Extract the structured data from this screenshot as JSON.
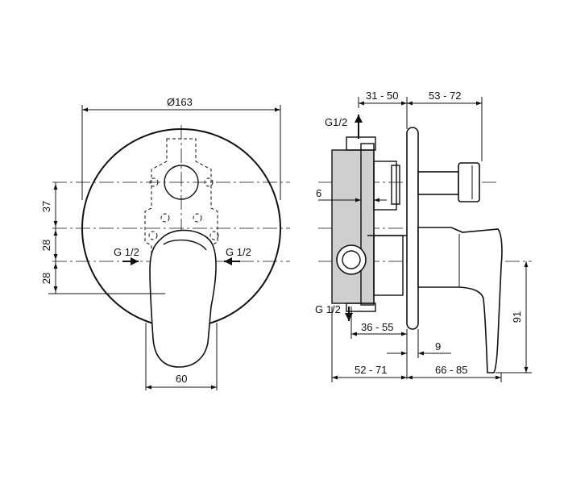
{
  "front_view": {
    "diameter_label": "Ø163",
    "dim_37": "37",
    "dim_28_upper": "28",
    "dim_28_lower": "28",
    "dim_60": "60",
    "inlet_left": "G 1/2",
    "inlet_right": "G 1/2"
  },
  "side_view": {
    "outlet_top": "G1/2",
    "outlet_bottom": "G 1/2",
    "dim_31_50": "31 - 50",
    "dim_53_72": "53 - 72",
    "dim_6": "6",
    "dim_36_55": "36 - 55",
    "dim_9": "9",
    "dim_52_71": "52 - 71",
    "dim_66_85": "66 - 85",
    "dim_91": "91"
  }
}
